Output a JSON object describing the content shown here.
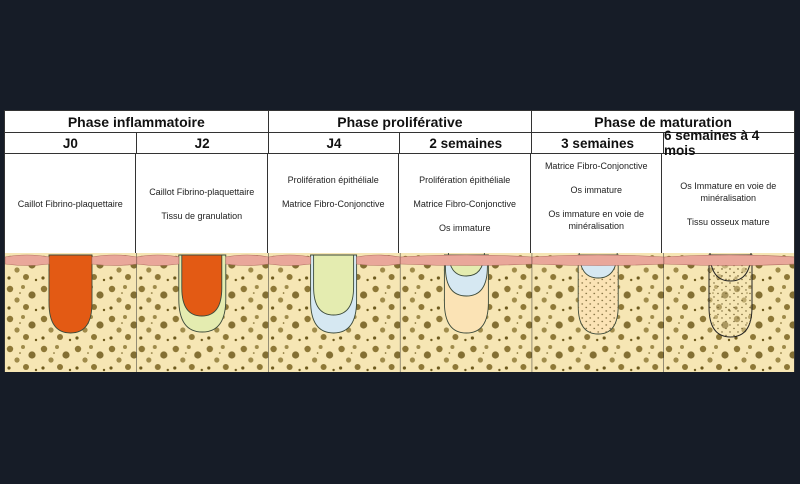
{
  "phases": [
    {
      "label": "Phase inflammatoire",
      "span": 2
    },
    {
      "label": "Phase proliférative",
      "span": 2
    },
    {
      "label": "Phase de maturation",
      "span": 2
    }
  ],
  "stages": [
    {
      "label": "J0",
      "lines": [
        "Caillot Fibrino-plaquettaire"
      ]
    },
    {
      "label": "J2",
      "lines": [
        "Caillot Fibrino-plaquettaire",
        "Tissu de granulation"
      ]
    },
    {
      "label": "J4",
      "lines": [
        "Prolifération épithéliale",
        "Matrice Fibro-Conjonctive"
      ]
    },
    {
      "label": "2 semaines",
      "lines": [
        "Prolifération épithéliale",
        "Matrice Fibro-Conjonctive",
        "Os immature"
      ]
    },
    {
      "label": "3 semaines",
      "lines": [
        "Matrice Fibro-Conjonctive",
        "Os immature",
        "Os immature en voie de minéralisation"
      ]
    },
    {
      "label": "6 semaines à 4 mois",
      "lines": [
        "Os Immature en voie de minéralisation",
        "Tissu osseux mature"
      ]
    }
  ],
  "colors": {
    "background": "#161c27",
    "bone": "#f6e6b4",
    "bone_pores": "#7a6420",
    "gum": "#e9a79a",
    "clot": "#e35a14",
    "granulation": "#e4ecb0",
    "fibro": "#d6e8f2",
    "immature": "#fbe3b5"
  }
}
